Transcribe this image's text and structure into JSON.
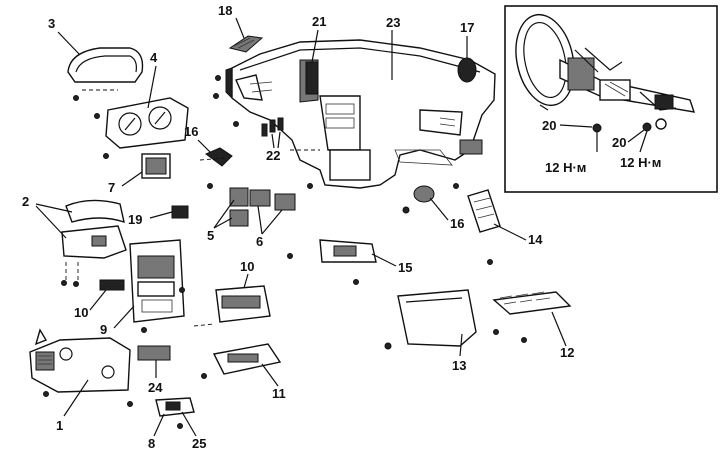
{
  "title": "Instrument panel exploded view",
  "callouts": {
    "c1": "1",
    "c2": "2",
    "c3": "3",
    "c4": "4",
    "c5": "5",
    "c6": "6",
    "c7": "7",
    "c8": "8",
    "c9": "9",
    "c10a": "10",
    "c10b": "10",
    "c11": "11",
    "c12": "12",
    "c13": "13",
    "c14": "14",
    "c15": "15",
    "c16a": "16",
    "c16b": "16",
    "c17": "17",
    "c18": "18",
    "c19": "19",
    "c20a": "20",
    "c20b": "20",
    "c21": "21",
    "c22": "22",
    "c23": "23",
    "c24": "24",
    "c25": "25"
  },
  "torque": {
    "left": "12 Н·м",
    "right": "12 Н·м"
  }
}
